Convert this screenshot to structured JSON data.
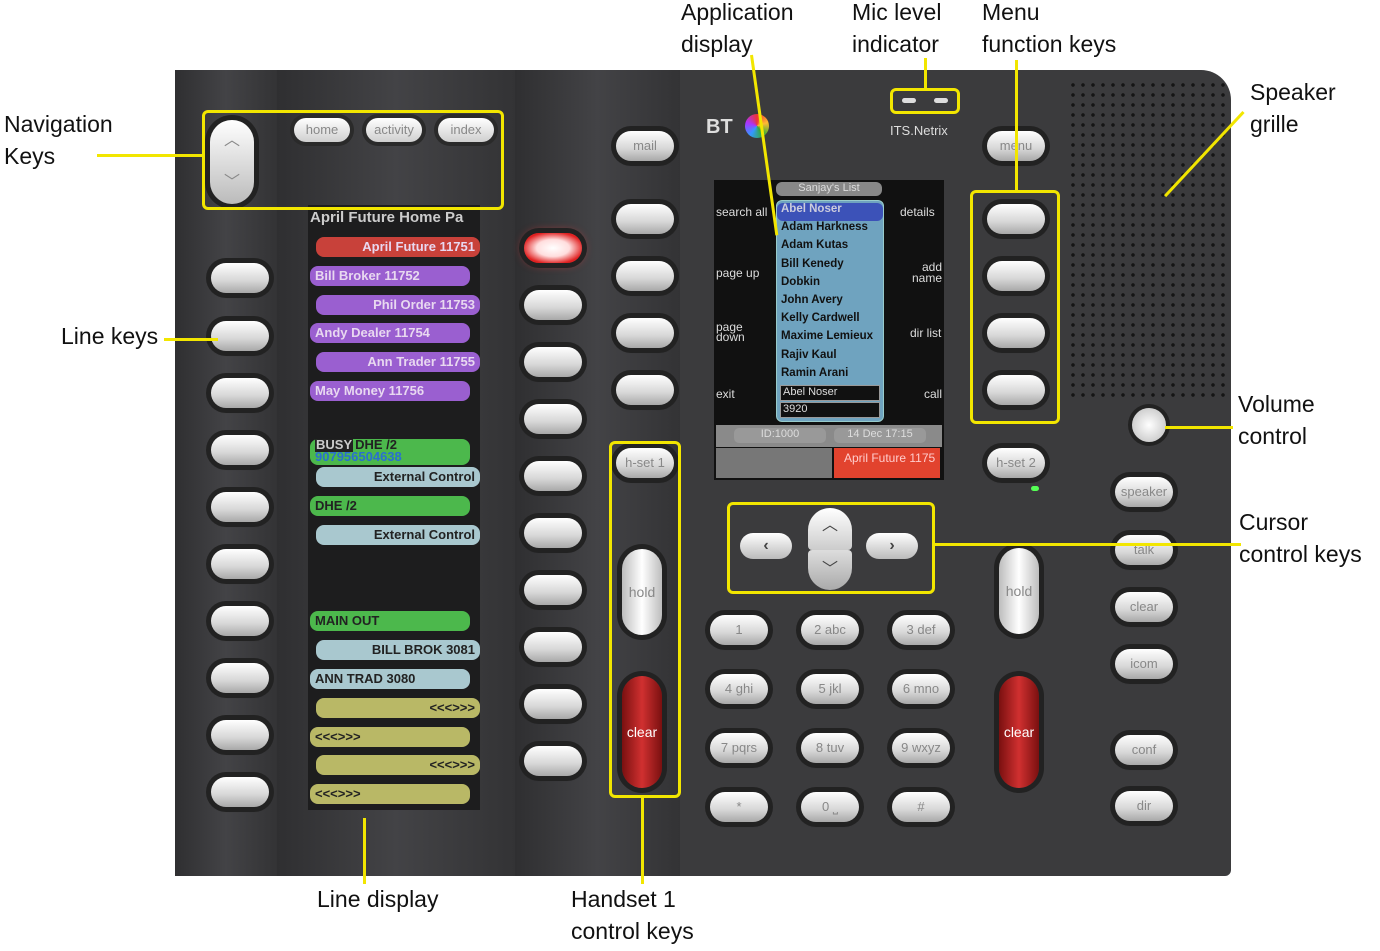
{
  "annotations": {
    "navigation_keys": [
      "Navigation",
      "Keys"
    ],
    "line_keys": "Line keys",
    "line_display": "Line display",
    "handset1": [
      "Handset 1",
      "control keys"
    ],
    "application_display": [
      "Application",
      "display"
    ],
    "mic_level": [
      "Mic level",
      "indicator"
    ],
    "menu_function_keys": [
      "Menu",
      "function keys"
    ],
    "speaker_grille": [
      "Speaker",
      "grille"
    ],
    "volume_control": [
      "Volume",
      "control"
    ],
    "cursor_control_keys": [
      "Cursor",
      "control keys"
    ]
  },
  "colors": {
    "annotation": "#f2e600",
    "body": "#3b3b3d"
  },
  "brand": {
    "logo": "BT",
    "model": "ITS.Netrix"
  },
  "nav": {
    "home": "home",
    "activity": "activity",
    "index": "index"
  },
  "line_display": {
    "title": "April Future Home Pa",
    "rows": [
      {
        "text": "April Future 11751",
        "color": "#c8413a",
        "align": "right"
      },
      {
        "text": "Bill Broker 11752",
        "color": "#9a5fd0",
        "align": "left"
      },
      {
        "text": "Phil Order 11753",
        "color": "#9a5fd0",
        "align": "right"
      },
      {
        "text": "Andy Dealer 11754",
        "color": "#9a5fd0",
        "align": "left"
      },
      {
        "text": "Ann Trader 11755",
        "color": "#9a5fd0",
        "align": "right"
      },
      {
        "text": "May Money 11756",
        "color": "#9a5fd0",
        "align": "left"
      },
      {
        "text": "",
        "color": "",
        "align": ""
      },
      {
        "text": "DHE  /2",
        "badge": "BUSY",
        "sub": "907956504638",
        "color": "#4cb84c",
        "align": "left"
      },
      {
        "text": "External Control",
        "color": "#a9c8cf",
        "align": "right"
      },
      {
        "text": "DHE  /2",
        "color": "#4cb84c",
        "align": "left"
      },
      {
        "text": "External Control",
        "color": "#a9c8cf",
        "align": "right"
      },
      {
        "text": "",
        "color": "",
        "align": ""
      },
      {
        "text": "",
        "color": "",
        "align": ""
      },
      {
        "text": "MAIN  OUT",
        "color": "#4cb84c",
        "align": "left"
      },
      {
        "text": "BILL  BROK 3081",
        "color": "#a9c8cf",
        "align": "right"
      },
      {
        "text": "ANN  TRAD 3080",
        "color": "#a9c8cf",
        "align": "left"
      },
      {
        "text": "<<<>>>",
        "color": "#b9b866",
        "align": "right"
      },
      {
        "text": "<<<>>>",
        "color": "#b9b866",
        "align": "left"
      },
      {
        "text": "<<<>>>",
        "color": "#b9b866",
        "align": "right"
      },
      {
        "text": "<<<>>>",
        "color": "#b9b866",
        "align": "left"
      }
    ]
  },
  "app_display": {
    "list_title": "Sanjay's List",
    "left_softkeys": [
      "search all",
      "page up",
      "page down",
      "exit"
    ],
    "right_softkeys": [
      "details",
      "add name",
      "dir list",
      "call"
    ],
    "contacts": [
      "Abel Noser",
      "Adam Harkness",
      "Adam Kutas",
      "Bill Kenedy",
      "Dobkin",
      "John Avery",
      "Kelly Cardwell",
      "Maxime Lemieux",
      "Rajiv Kaul",
      "Ramin Arani"
    ],
    "selected_name": "Abel Noser",
    "selected_number": "3920",
    "id": "ID:1000",
    "datetime": "14 Dec 17:15",
    "active_call": "April Future 1175"
  },
  "keys": {
    "mail": "mail",
    "menu": "menu",
    "hset1": "h-set 1",
    "hset2": "h-set 2",
    "hold": "hold",
    "clear": "clear",
    "speaker": "speaker",
    "talk": "talk",
    "clear_side": "clear",
    "icom": "icom",
    "conf": "conf",
    "dir": "dir",
    "keypad": [
      "1",
      "2 abc",
      "3 def",
      "4 ghi",
      "5 jkl",
      "6 mno",
      "7 pqrs",
      "8 tuv",
      "9 wxyz",
      "*",
      "0 ⎵",
      "#"
    ]
  }
}
